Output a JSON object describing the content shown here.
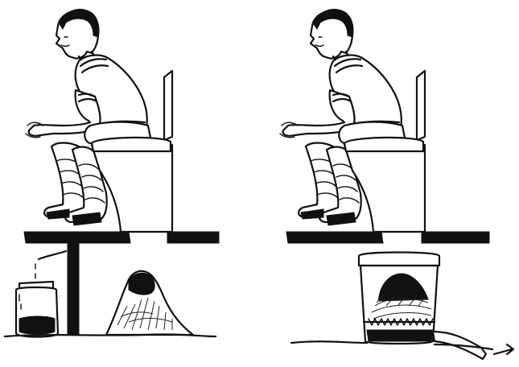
{
  "illustration": {
    "panels": [
      {
        "id": "left",
        "name": "diversion"
      },
      {
        "id": "right",
        "name": "container"
      }
    ],
    "ink_color": "#111111",
    "paper_color": "#ffffff",
    "icons": [
      "arrow-right-icon"
    ]
  }
}
